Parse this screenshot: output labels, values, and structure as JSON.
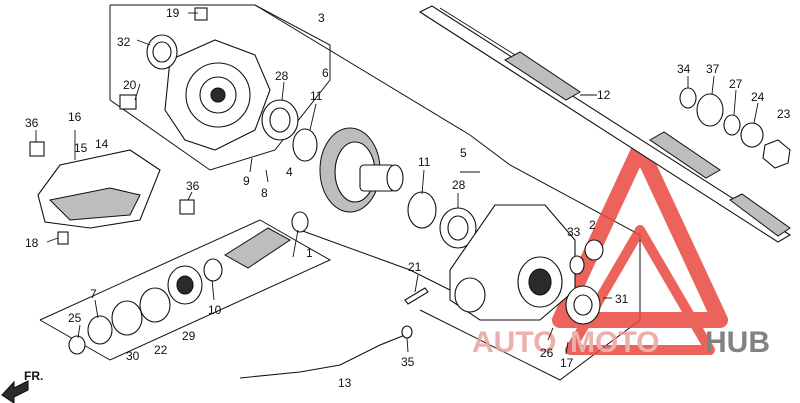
{
  "diagram": {
    "callouts": [
      {
        "id": "19",
        "text": "19"
      },
      {
        "id": "3",
        "text": "3"
      },
      {
        "id": "32",
        "text": "32"
      },
      {
        "id": "6",
        "text": "6"
      },
      {
        "id": "28a",
        "text": "28"
      },
      {
        "id": "20",
        "text": "20"
      },
      {
        "id": "11a",
        "text": "11"
      },
      {
        "id": "36a",
        "text": "36"
      },
      {
        "id": "16",
        "text": "16"
      },
      {
        "id": "15",
        "text": "15"
      },
      {
        "id": "14",
        "text": "14"
      },
      {
        "id": "9",
        "text": "9"
      },
      {
        "id": "8",
        "text": "8"
      },
      {
        "id": "4",
        "text": "4"
      },
      {
        "id": "36b",
        "text": "36"
      },
      {
        "id": "18",
        "text": "18"
      },
      {
        "id": "1",
        "text": "1"
      },
      {
        "id": "7",
        "text": "7"
      },
      {
        "id": "25",
        "text": "25"
      },
      {
        "id": "30",
        "text": "30"
      },
      {
        "id": "22",
        "text": "22"
      },
      {
        "id": "29",
        "text": "29"
      },
      {
        "id": "10",
        "text": "10"
      },
      {
        "id": "21",
        "text": "21"
      },
      {
        "id": "11b",
        "text": "11"
      },
      {
        "id": "5",
        "text": "5"
      },
      {
        "id": "28b",
        "text": "28"
      },
      {
        "id": "33",
        "text": "33"
      },
      {
        "id": "2",
        "text": "2"
      },
      {
        "id": "31",
        "text": "31"
      },
      {
        "id": "26",
        "text": "26"
      },
      {
        "id": "17",
        "text": "17"
      },
      {
        "id": "35",
        "text": "35"
      },
      {
        "id": "13",
        "text": "13"
      },
      {
        "id": "12",
        "text": "12"
      },
      {
        "id": "34",
        "text": "34"
      },
      {
        "id": "37",
        "text": "37"
      },
      {
        "id": "27",
        "text": "27"
      },
      {
        "id": "24",
        "text": "24"
      },
      {
        "id": "23",
        "text": "23"
      }
    ],
    "direction_label": "FR.",
    "watermark": {
      "part1": "AUTO",
      "part2": "MOTO",
      "part3": "HUB"
    },
    "colors": {
      "watermark_red": "#e8483f",
      "watermark_grey": "#8c8c8c",
      "ink": "#111111"
    }
  }
}
